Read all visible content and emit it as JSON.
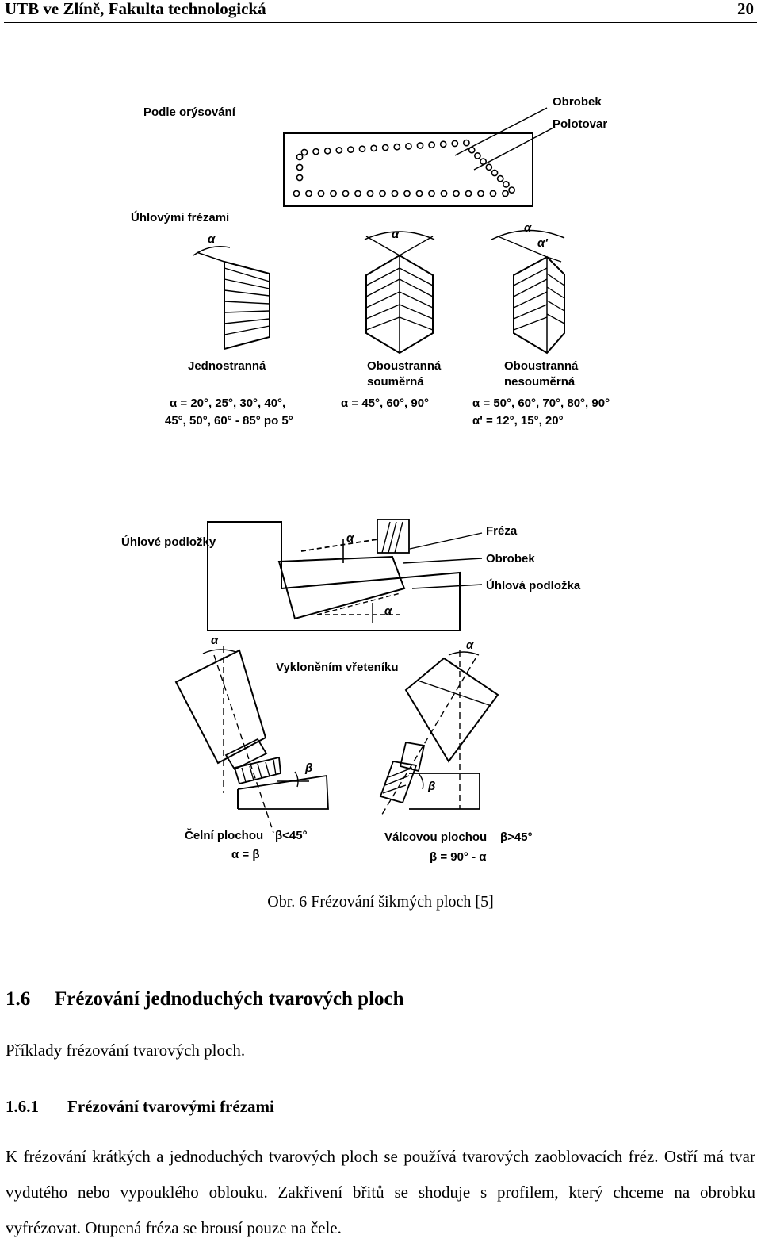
{
  "header": {
    "left": "UTB ve Zlíně, Fakulta technologická",
    "page_number": "20"
  },
  "figure": {
    "top": {
      "podle_orysovani": "Podle orýsování",
      "obrobek": "Obrobek",
      "polotovar": "Polotovar",
      "uhlovymi_frezami": "Úhlovými frézami",
      "jednostranna": "Jednostranná",
      "oboustranna_soumerna": [
        "Oboustranná",
        "souměrná"
      ],
      "oboustranna_nesoumerna": [
        "Oboustranná",
        "nesouměrná"
      ],
      "formula_1": [
        "α = 20°, 25°, 30°, 40°,",
        "45°, 50°, 60° - 85° po 5°"
      ],
      "formula_2": "α = 45°, 60°, 90°",
      "formula_3": [
        "α = 50°, 60°, 70°, 80°, 90°",
        "α' = 12°, 15°, 20°"
      ],
      "alpha": "α",
      "alpha_prime": "α'"
    },
    "bottom": {
      "uhlove_podlozky": "Úhlové podložky",
      "freza": "Fréza",
      "obrobek": "Obrobek",
      "uhlova_podlozka": "Úhlová podložka",
      "vyklonenim": "Vykloněním vřeteníku",
      "celni_plochou": "Čelní plochou",
      "beta_lt_45": "β<45°",
      "alpha_eq_beta": "α = β",
      "valcovou_plochou": "Válcovou plochou",
      "beta_gt_45": "β>45°",
      "beta_eq": "β = 90° - α",
      "alpha": "α",
      "beta": "β"
    }
  },
  "caption": "Obr. 6 Frézování šikmých ploch [5]",
  "section": {
    "number": "1.6",
    "title": "Frézování jednoduchých tvarových ploch"
  },
  "section_intro": "Příklady frézování tvarových ploch.",
  "subsection": {
    "number": "1.6.1",
    "title": "Frézování tvarovými frézami"
  },
  "paragraph": "K frézování krátkých a jednoduchých tvarových ploch se používá tvarových zaoblovacích fréz. Ostří má tvar vydutého nebo vypouklého oblouku. Zakřivení břitů se shoduje s profilem, který chceme na obrobku vyfrézovat. Otupená fréza se brousí pouze na čele."
}
